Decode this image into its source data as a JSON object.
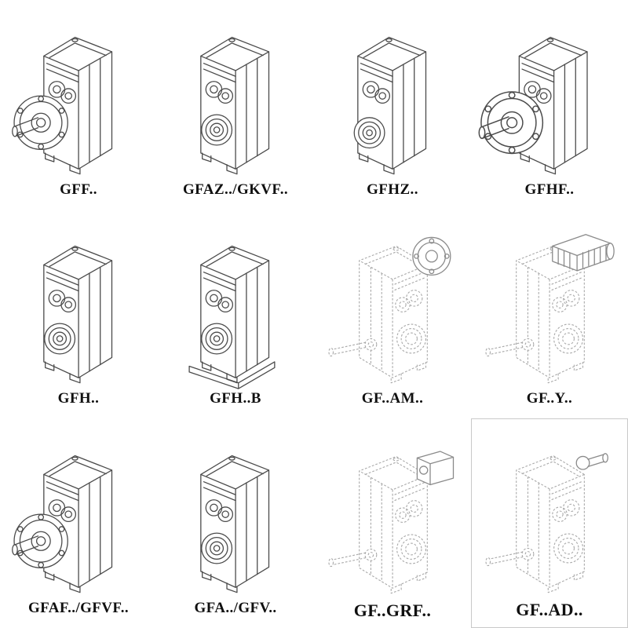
{
  "colors": {
    "line": "#4b4b4b",
    "phantom": "#a9a9a9",
    "soft": "#8a8a8a",
    "label": "#101010",
    "background": "#ffffff"
  },
  "cells": [
    {
      "label": "GFF..",
      "variant": "flange-output-solid-shaft"
    },
    {
      "label": "GFAZ../GKVF..",
      "variant": "hollow-output-shaft"
    },
    {
      "label": "GFHZ..",
      "variant": "hollow-shaft-shrink-disc"
    },
    {
      "label": "GFHF..",
      "variant": "flange-output-front-view"
    },
    {
      "label": "GFH..",
      "variant": "foot-mounted-hollow-shaft"
    },
    {
      "label": "GFH..B",
      "variant": "foot-mounted-with-base-plate"
    },
    {
      "label": "GF..AM..",
      "variant": "phantom-motor-adapter-flange"
    },
    {
      "label": "GF..Y..",
      "variant": "phantom-with-mounted-motor"
    },
    {
      "label": "GFAF../GFVF..",
      "variant": "flange-output-solid-shaft"
    },
    {
      "label": "GFA../GFV..",
      "variant": "hollow-output-shaft"
    },
    {
      "label": "GF..GRF..",
      "variant": "phantom-input-adapter-box"
    },
    {
      "label": "GF..AD..",
      "variant": "phantom-input-shaft-adapter"
    }
  ]
}
